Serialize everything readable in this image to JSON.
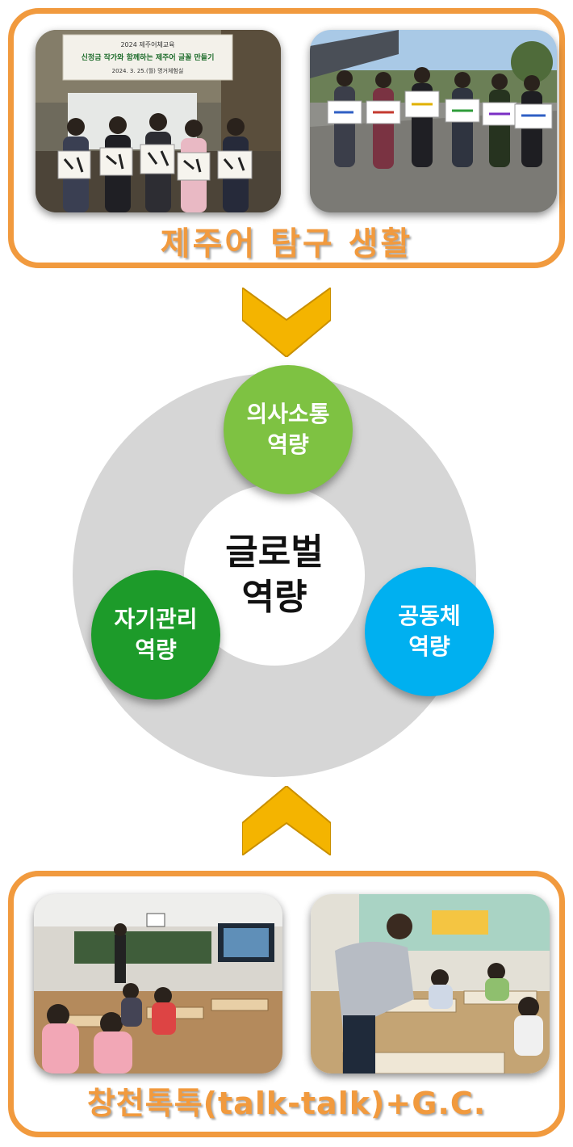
{
  "top_panel": {
    "caption": "제주어 탐구 생활"
  },
  "top_left_photo": {
    "banner_line1": "2024 제주어체교육",
    "banner_line2": "신정금 작가와 함께하는 제주어 글꼴 만들기",
    "banner_line3": "2024. 3. 25.(월) 명거체험실"
  },
  "center": {
    "line1": "글로벌",
    "line2": "역량"
  },
  "competencies": {
    "communication": {
      "line1": "의사소통",
      "line2": "역량"
    },
    "community": {
      "line1": "공동체",
      "line2": "역량"
    },
    "self_management": {
      "line1": "자기관리",
      "line2": "역량"
    }
  },
  "bottom_panel": {
    "caption": "창천톡톡(talk-talk)+G.C."
  },
  "colors": {
    "frame": "#f19a3e",
    "chevron": "#f4b400",
    "ring": "#d6d6d6",
    "communication": "#7ec242",
    "community": "#00b0f0",
    "self_management": "#1d9b2a"
  }
}
